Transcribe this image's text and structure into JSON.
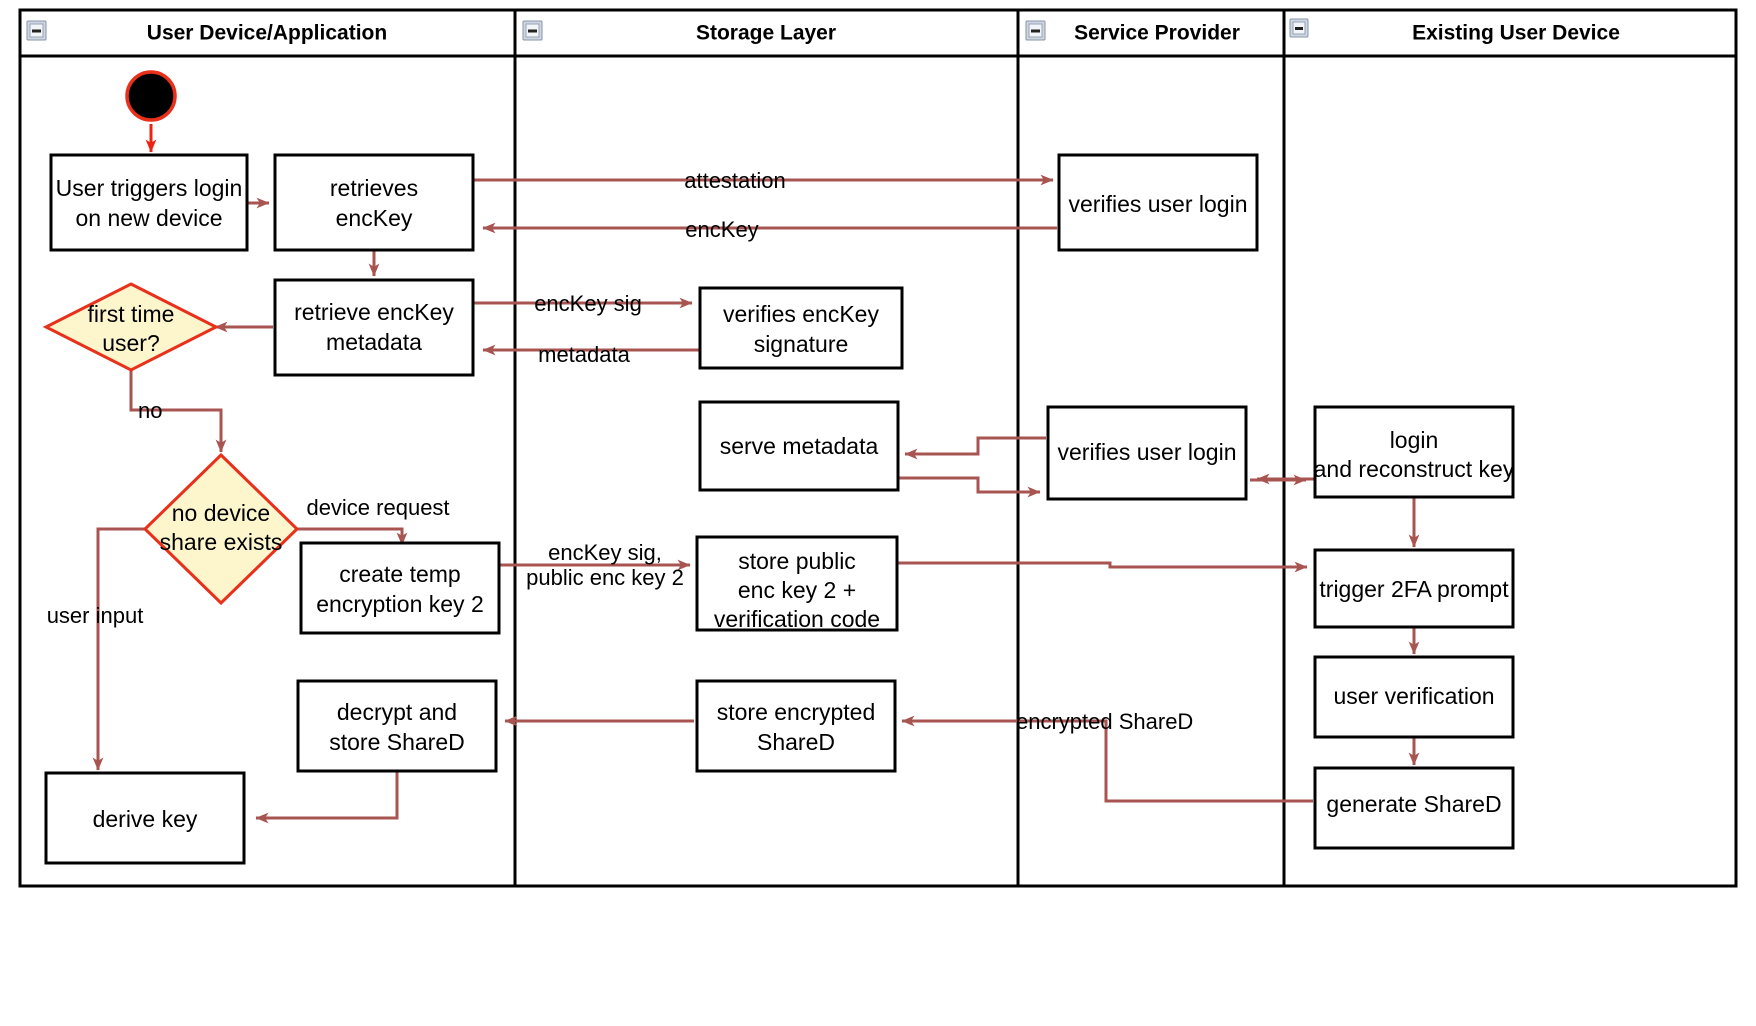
{
  "diagram": {
    "title": "Key reconstruction flow on new device",
    "type": "uml-activity-swimlane",
    "colors": {
      "edge": "#a85450",
      "edge_start": "#ee2211",
      "decision_fill": "#fdf6cd",
      "decision_stroke": "#e8301b",
      "node_stroke": "#000000",
      "node_fill": "#ffffff",
      "start_node_fill": "#000000"
    },
    "lanes": [
      {
        "id": "user-device",
        "label": "User Device/Application",
        "collapse_icon": "collapse-minus-icon"
      },
      {
        "id": "storage-layer",
        "label": "Storage Layer",
        "collapse_icon": "collapse-minus-icon"
      },
      {
        "id": "service-provider",
        "label": "Service Provider",
        "collapse_icon": "collapse-minus-icon"
      },
      {
        "id": "existing-user-device",
        "label": "Existing User Device",
        "collapse_icon": "collapse-minus-icon"
      }
    ],
    "nodes": [
      {
        "id": "start",
        "lane": "user-device",
        "shape": "initial-node",
        "label": ""
      },
      {
        "id": "user-triggers-login",
        "lane": "user-device",
        "shape": "activity",
        "label": "User triggers login\non new device"
      },
      {
        "id": "retrieves-enckey",
        "lane": "user-device",
        "shape": "activity",
        "label": "retrieves\nencKey"
      },
      {
        "id": "retrieve-enckey-metadata",
        "lane": "user-device",
        "shape": "activity",
        "label": "retrieve encKey\nmetadata"
      },
      {
        "id": "first-time-user",
        "lane": "user-device",
        "shape": "decision",
        "label": "first time\nuser?"
      },
      {
        "id": "no-device-share-exists",
        "lane": "user-device",
        "shape": "decision",
        "label": "no device\nshare exists"
      },
      {
        "id": "create-temp-encryption-key-2",
        "lane": "user-device",
        "shape": "activity",
        "label": "create temp\nencryption key 2"
      },
      {
        "id": "decrypt-and-store-shared",
        "lane": "user-device",
        "shape": "activity",
        "label": "decrypt and\nstore ShareD"
      },
      {
        "id": "derive-key",
        "lane": "user-device",
        "shape": "activity",
        "label": "derive key"
      },
      {
        "id": "verifies-enckey-signature",
        "lane": "storage-layer",
        "shape": "activity",
        "label": "verifies encKey\nsignature"
      },
      {
        "id": "serve-metadata",
        "lane": "storage-layer",
        "shape": "activity",
        "label": "serve metadata"
      },
      {
        "id": "store-public-enc-key-2",
        "lane": "storage-layer",
        "shape": "activity",
        "label": "store public\nenc key 2 +\nverification code"
      },
      {
        "id": "store-encrypted-shared",
        "lane": "storage-layer",
        "shape": "activity",
        "label": "store encrypted\nShareD"
      },
      {
        "id": "verifies-user-login-1",
        "lane": "service-provider",
        "shape": "activity",
        "label": "verifies user login"
      },
      {
        "id": "verifies-user-login-2",
        "lane": "service-provider",
        "shape": "activity",
        "label": "verifies user login"
      },
      {
        "id": "login-and-reconstruct-key",
        "lane": "existing-user-device",
        "shape": "activity",
        "label": "login\nand reconstruct key"
      },
      {
        "id": "trigger-2fa-prompt",
        "lane": "existing-user-device",
        "shape": "activity",
        "label": "trigger 2FA prompt"
      },
      {
        "id": "user-verification",
        "lane": "existing-user-device",
        "shape": "activity",
        "label": "user verification"
      },
      {
        "id": "generate-shared",
        "lane": "existing-user-device",
        "shape": "activity",
        "label": "generate ShareD"
      }
    ],
    "edges": [
      {
        "id": "e1",
        "from": "start",
        "to": "user-triggers-login",
        "label": ""
      },
      {
        "id": "e2",
        "from": "user-triggers-login",
        "to": "retrieves-enckey",
        "label": ""
      },
      {
        "id": "e3",
        "from": "retrieves-enckey",
        "to": "verifies-user-login-1",
        "label": "attestation"
      },
      {
        "id": "e4",
        "from": "verifies-user-login-1",
        "to": "retrieves-enckey",
        "label": "encKey"
      },
      {
        "id": "e5",
        "from": "retrieves-enckey",
        "to": "retrieve-enckey-metadata",
        "label": ""
      },
      {
        "id": "e6",
        "from": "retrieve-enckey-metadata",
        "to": "first-time-user",
        "label": ""
      },
      {
        "id": "e7",
        "from": "retrieve-enckey-metadata",
        "to": "verifies-enckey-signature",
        "label": "encKey sig"
      },
      {
        "id": "e8",
        "from": "verifies-enckey-signature",
        "to": "retrieve-enckey-metadata",
        "label": "metadata"
      },
      {
        "id": "e9",
        "from": "first-time-user",
        "to": "no-device-share-exists",
        "label": "no"
      },
      {
        "id": "e10",
        "from": "no-device-share-exists",
        "to": "create-temp-encryption-key-2",
        "label": "device request"
      },
      {
        "id": "e11",
        "from": "no-device-share-exists",
        "to": "derive-key",
        "label": "user input"
      },
      {
        "id": "e12",
        "from": "create-temp-encryption-key-2",
        "to": "store-public-enc-key-2",
        "label": "encKey sig,\npublic enc key 2"
      },
      {
        "id": "e13",
        "from": "login-and-reconstruct-key",
        "to": "verifies-user-login-2",
        "label": ""
      },
      {
        "id": "e14",
        "from": "verifies-user-login-2",
        "to": "login-and-reconstruct-key",
        "label": ""
      },
      {
        "id": "e15",
        "from": "verifies-user-login-2",
        "to": "serve-metadata",
        "label": ""
      },
      {
        "id": "e16",
        "from": "serve-metadata",
        "to": "verifies-user-login-2",
        "label": ""
      },
      {
        "id": "e17",
        "from": "store-public-enc-key-2",
        "to": "trigger-2fa-prompt",
        "label": ""
      },
      {
        "id": "e18",
        "from": "login-and-reconstruct-key",
        "to": "trigger-2fa-prompt",
        "label": ""
      },
      {
        "id": "e19",
        "from": "trigger-2fa-prompt",
        "to": "user-verification",
        "label": ""
      },
      {
        "id": "e20",
        "from": "user-verification",
        "to": "generate-shared",
        "label": ""
      },
      {
        "id": "e21",
        "from": "generate-shared",
        "to": "store-encrypted-shared",
        "label": "encrypted ShareD"
      },
      {
        "id": "e22",
        "from": "store-encrypted-shared",
        "to": "decrypt-and-store-shared",
        "label": ""
      },
      {
        "id": "e23",
        "from": "decrypt-and-store-shared",
        "to": "derive-key",
        "label": ""
      }
    ],
    "edge_labels": {
      "attestation": "attestation",
      "enckey": "encKey",
      "enckey_sig": "encKey sig",
      "metadata": "metadata",
      "no": "no",
      "device_request": "device request",
      "user_input": "user input",
      "enckey_sig_pub_1": "encKey sig,",
      "enckey_sig_pub_2": "public enc key 2",
      "encrypted_shared": "encrypted ShareD"
    },
    "node_labels": {
      "user_triggers_login_1": "User triggers login",
      "user_triggers_login_2": "on new device",
      "retrieves_1": "retrieves",
      "retrieves_2": "encKey",
      "retrieve_meta_1": "retrieve encKey",
      "retrieve_meta_2": "metadata",
      "first_time_1": "first time",
      "first_time_2": "user?",
      "no_device_1": "no device",
      "no_device_2": "share exists",
      "create_temp_1": "create temp",
      "create_temp_2": "encryption key 2",
      "decrypt_store_1": "decrypt and",
      "decrypt_store_2": "store ShareD",
      "derive_key": "derive key",
      "verifies_sig_1": "verifies encKey",
      "verifies_sig_2": "signature",
      "serve_metadata": "serve metadata",
      "store_public_1": "store public",
      "store_public_2": "enc key 2 +",
      "store_public_3": "verification code",
      "store_enc_shared_1": "store encrypted",
      "store_enc_shared_2": "ShareD",
      "verifies_login_1": "verifies user login",
      "verifies_login_2": "verifies user login",
      "login_reconstruct_1": "login",
      "login_reconstruct_2": "and reconstruct key",
      "trigger_2fa": "trigger 2FA prompt",
      "user_verification": "user verification",
      "generate_shared": "generate ShareD"
    }
  }
}
